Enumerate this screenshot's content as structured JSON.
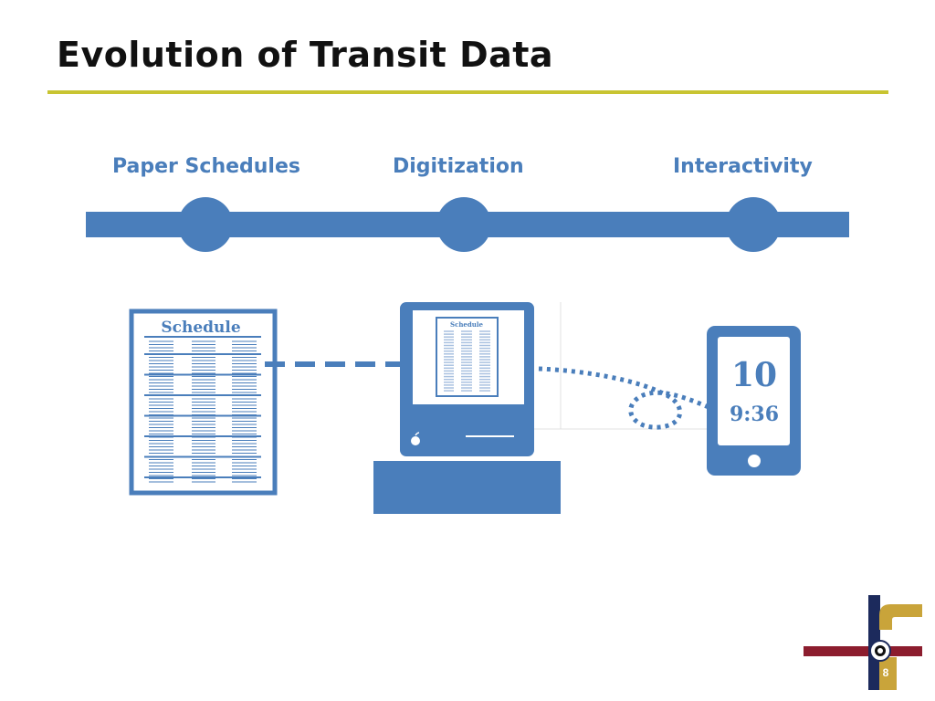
{
  "slide": {
    "title": "Evolution of Transit Data",
    "page_number": "8"
  },
  "timeline": {
    "stages": [
      {
        "label": "Paper Schedules"
      },
      {
        "label": "Digitization"
      },
      {
        "label": "Interactivity"
      }
    ]
  },
  "illustrations": {
    "paper_schedule_heading": "Schedule",
    "screen_schedule_heading": "Schedule",
    "phone_display_big": "10",
    "phone_display_time": "9:36"
  },
  "colors": {
    "accent_blue": "#4a7ebb",
    "title_rule": "#c8c431",
    "logo_navy": "#1c2a5c",
    "logo_red": "#8c1d2e",
    "logo_gold": "#c9a43a"
  },
  "icons": [
    "paper-schedule-icon",
    "desktop-computer-icon",
    "smartphone-icon",
    "apple-logo-icon",
    "transit-logo-icon"
  ]
}
